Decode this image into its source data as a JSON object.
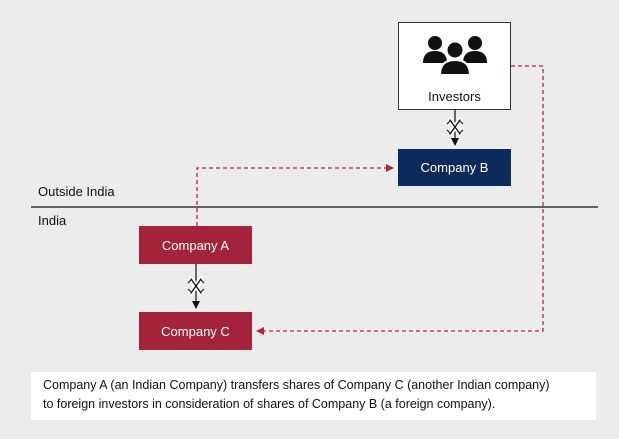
{
  "regions": {
    "outside": "Outside India",
    "inside": "India"
  },
  "nodes": {
    "investors": "Investors",
    "company_a": "Company A",
    "company_b": "Company B",
    "company_c": "Company C"
  },
  "caption": {
    "line1": "Company A (an Indian Company) transfers shares of Company C (another Indian company)",
    "line2": "to foreign investors in consideration of shares of Company B (a foreign company)."
  },
  "colors": {
    "indian_company": "#a3243a",
    "foreign_company": "#0c2a5c",
    "dashed_arrow": "#b3263b",
    "background": "#ececec"
  }
}
